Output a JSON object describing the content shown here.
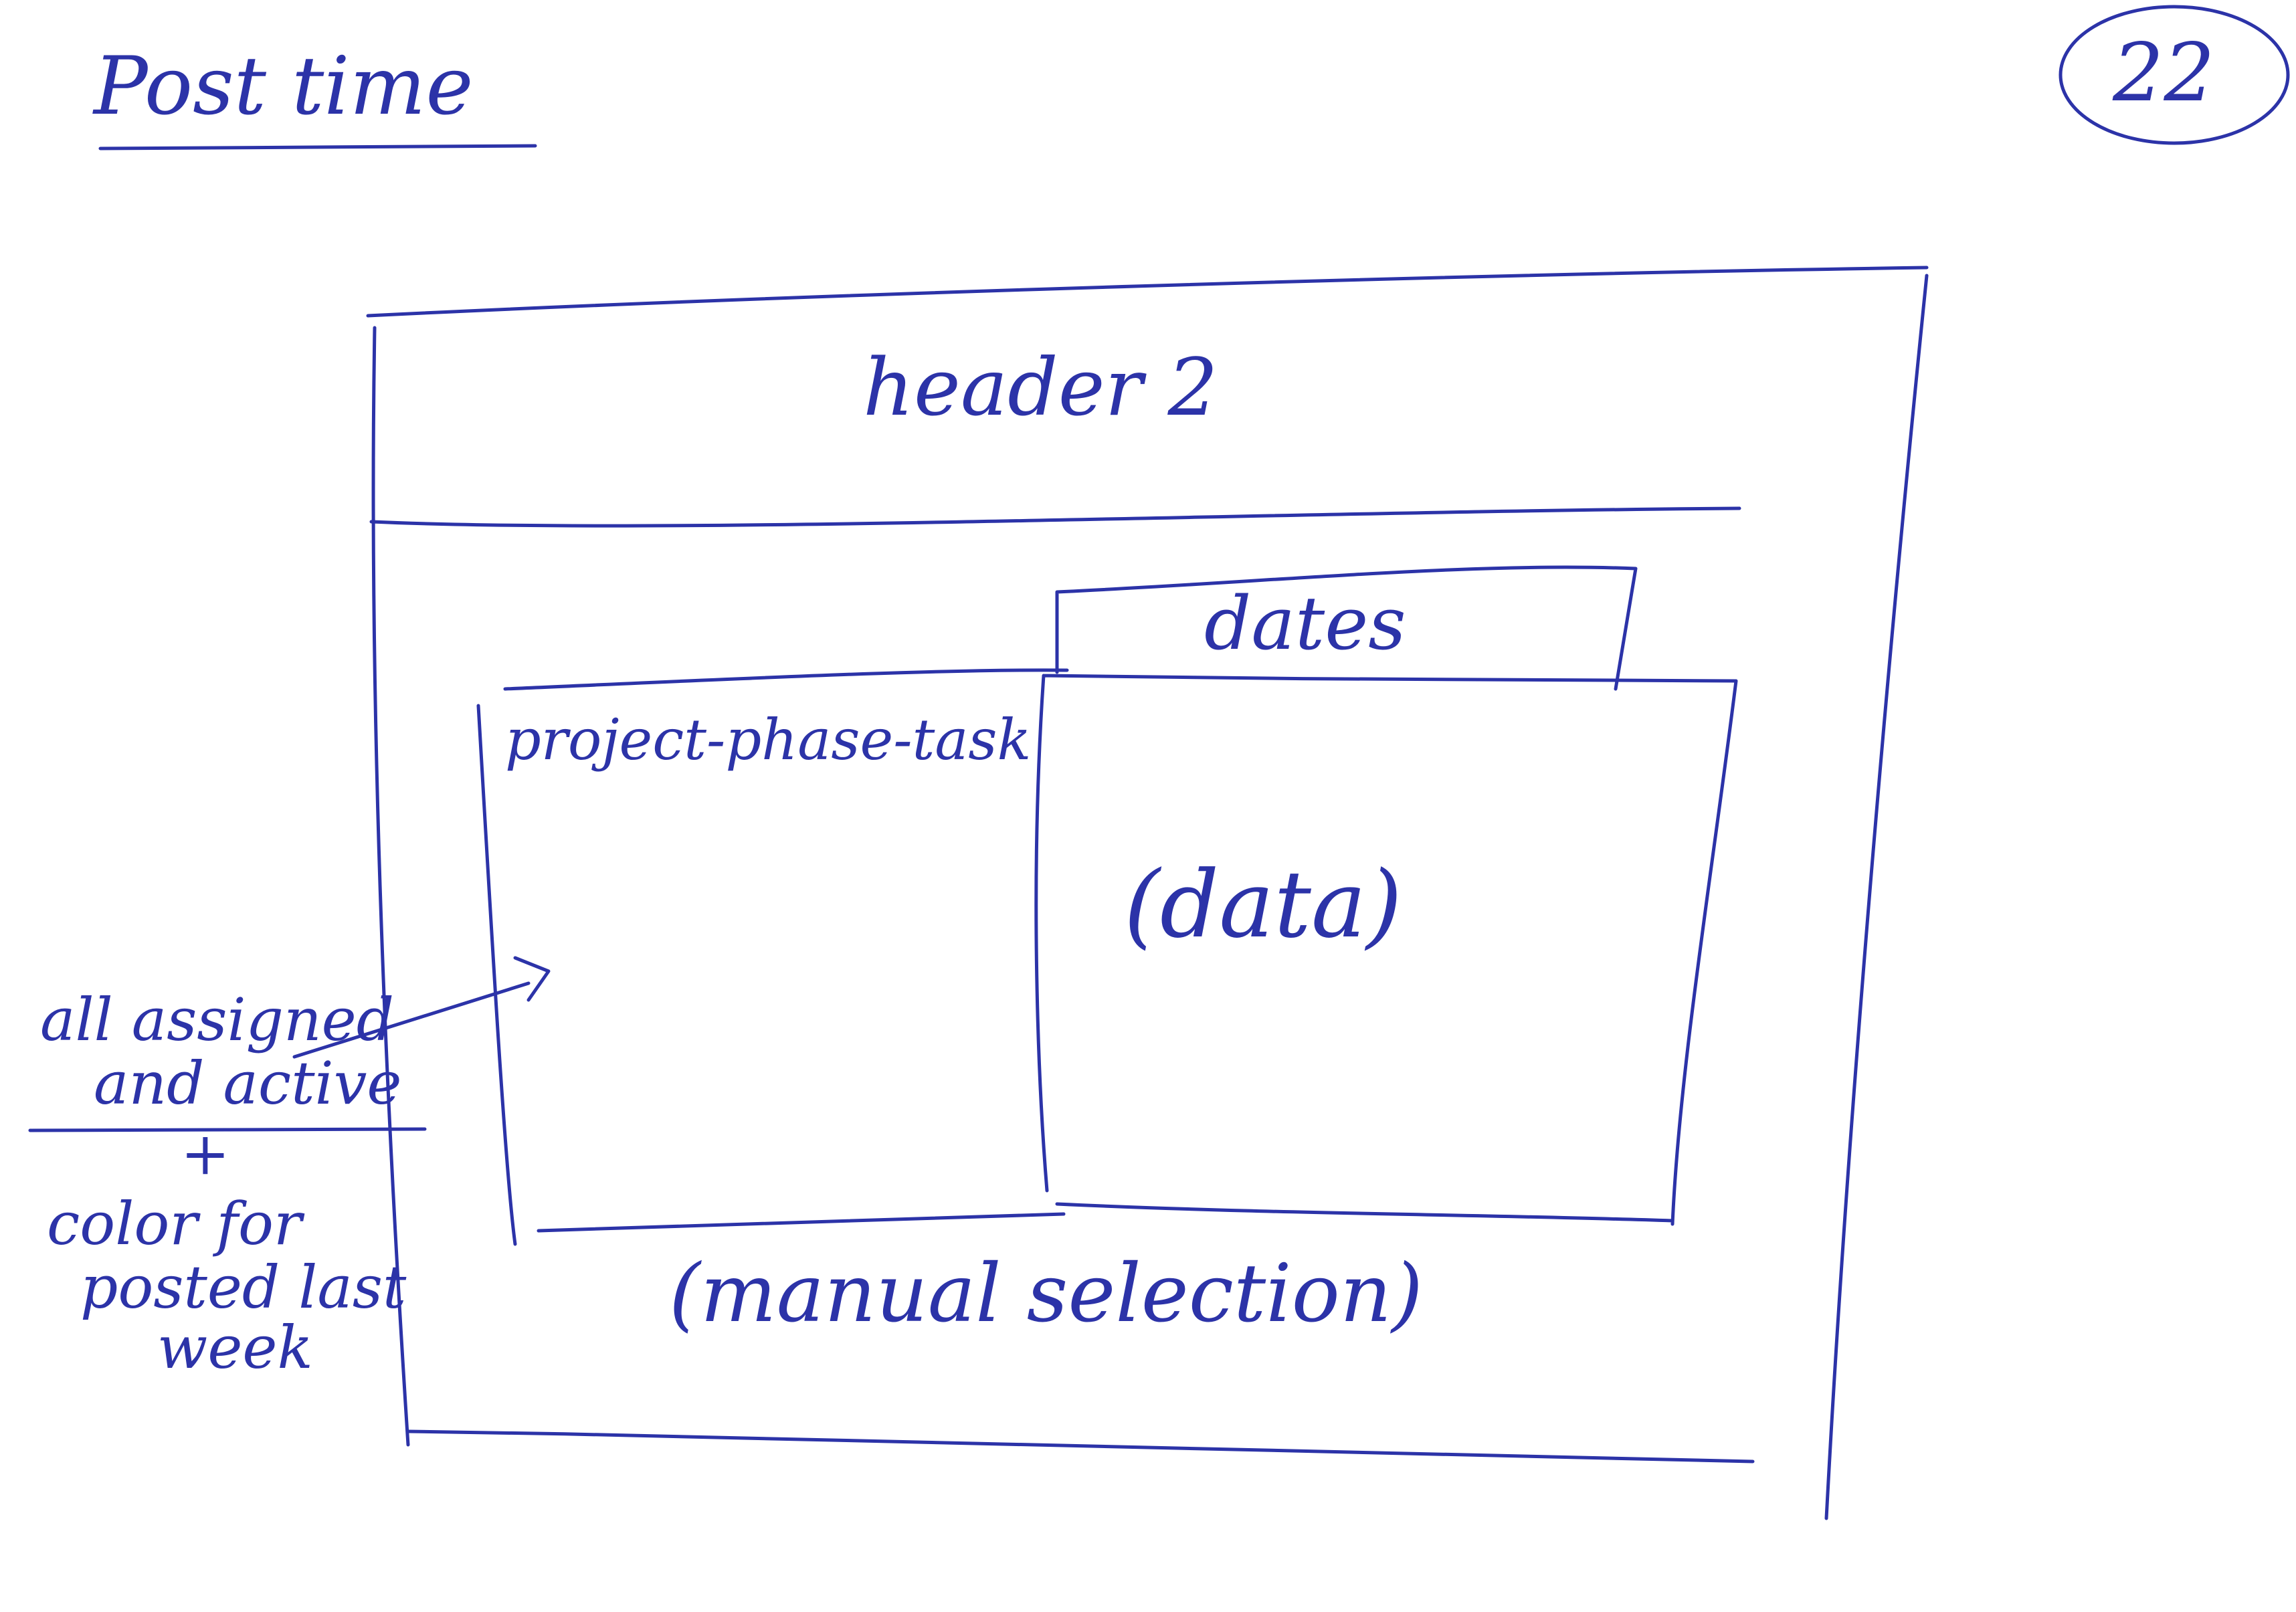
{
  "page": {
    "title": "Post time",
    "page_number": "22"
  },
  "wireframe": {
    "header": "header 2",
    "dates_tab": "dates",
    "tree_panel": "project-phase-task",
    "data_panel": "(data)",
    "footer": "(manual selection)"
  },
  "annotation": {
    "line1": "all assigned",
    "line2": "and active",
    "plus": "+",
    "line3": "color for",
    "line4": "posted last",
    "line5": "week"
  },
  "colors": {
    "ink": "#2c33a8",
    "paper": "#ffffff"
  }
}
